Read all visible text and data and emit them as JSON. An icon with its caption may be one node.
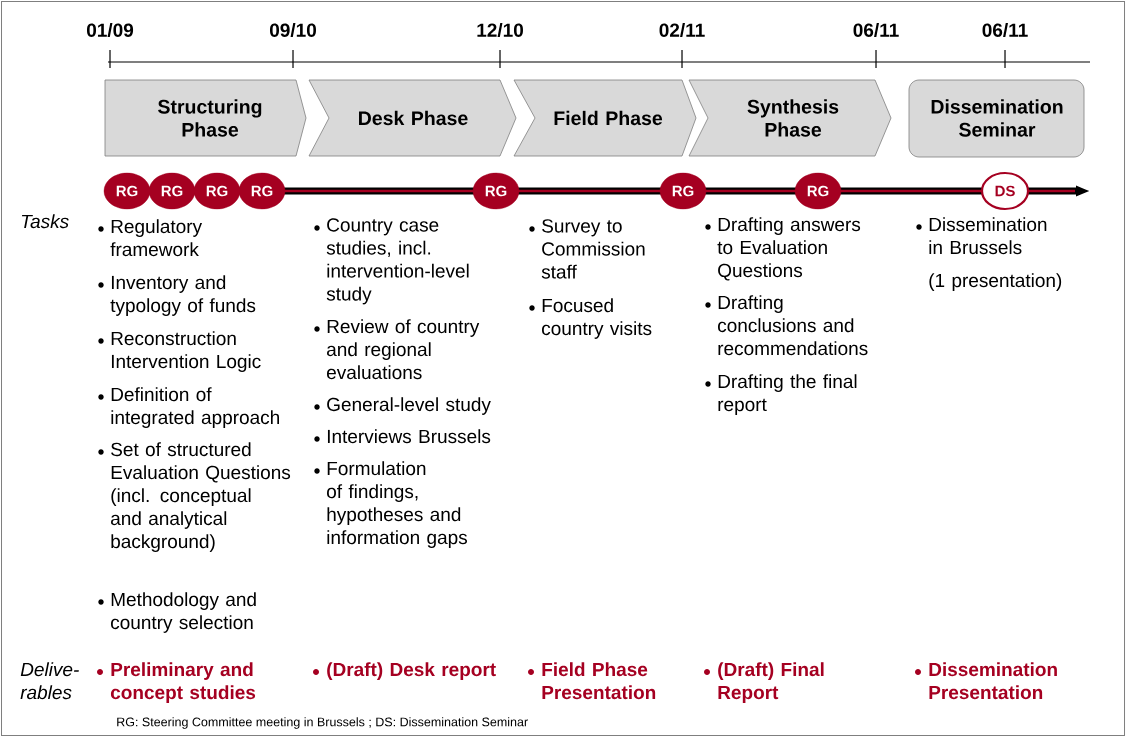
{
  "diagram": {
    "nodes": [
      {
        "text": [
          "Structuring Phase"
        ]
      },
      {
        "text": [
          "Desk Phase"
        ]
      },
      {
        "text": [
          "Field Phase"
        ]
      },
      {
        "text": [
          "Synthesis Phase"
        ]
      },
      {
        "text": [
          "Dissemination Seminar"
        ]
      },
      {
        "text": [
          "RG"
        ]
      },
      {
        "text": [
          "RG"
        ]
      },
      {
        "text": [
          "RG"
        ]
      },
      {
        "text": [
          "RG"
        ]
      },
      {
        "text": [
          "RG"
        ]
      },
      {
        "text": [
          "RG"
        ]
      },
      {
        "text": [
          "RG"
        ]
      },
      {
        "text": [
          "DS"
        ]
      }
    ],
    "labels": [
      "01/09",
      "09/10",
      "12/10",
      "02/11",
      "06/11",
      "06/11",
      "Tasks",
      "Regulatory framework",
      "Inventory and typology of funds",
      "Reconstruction Intervention Logic",
      "Definition of integrated approach",
      "Set of structured Evaluation Questions (incl. conceptual and analytical background)",
      "Methodology and country selection",
      "Country case studies, incl. intervention-level study",
      "Review of country and regional evaluations",
      "General-level study",
      "Interviews Brussels",
      "Formulation of findings, hypotheses and information gaps",
      "Survey to Commission staff",
      "Focused country visits",
      "Drafting answers to Evaluation Questions",
      "Drafting conclusions and recommendations",
      "Drafting the final report",
      "Dissemination in Brussels",
      "(1 presentation)",
      "Delive- rables",
      "Preliminary and concept studies",
      "(Draft) Desk report",
      "Field Phase Presentation",
      "(Draft) Final Report",
      "Dissemination Presentation",
      "RG: Steering Committee meeting in Brussels ; DS: Dissemination Seminar"
    ]
  }
}
